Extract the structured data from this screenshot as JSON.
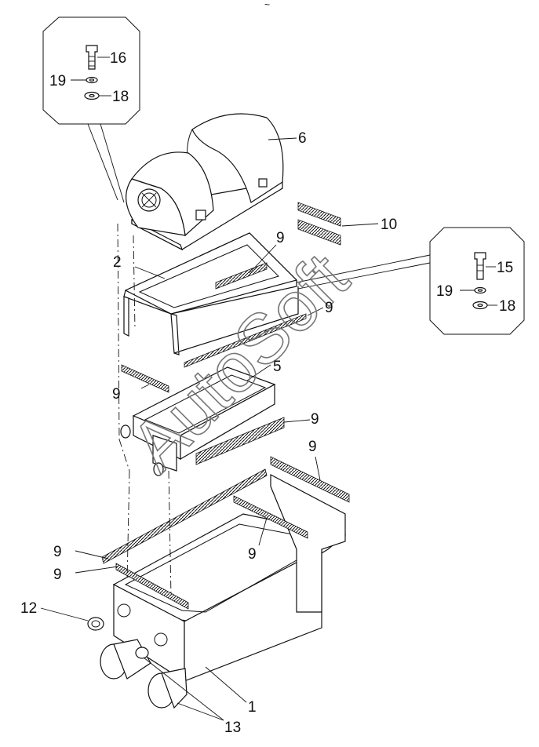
{
  "header_mark": "~",
  "watermark": "AutoSoft",
  "callouts": {
    "c1": "1",
    "c2": "2",
    "c5": "5",
    "c6": "6",
    "c9a": "9",
    "c9b": "9",
    "c9c": "9",
    "c9d": "9",
    "c9e": "9",
    "c9f": "9",
    "c9g": "9",
    "c9h": "9",
    "c10": "10",
    "c12": "12",
    "c13": "13",
    "c15": "15",
    "c16": "16",
    "c18a": "18",
    "c18b": "18",
    "c19a": "19",
    "c19b": "19"
  }
}
